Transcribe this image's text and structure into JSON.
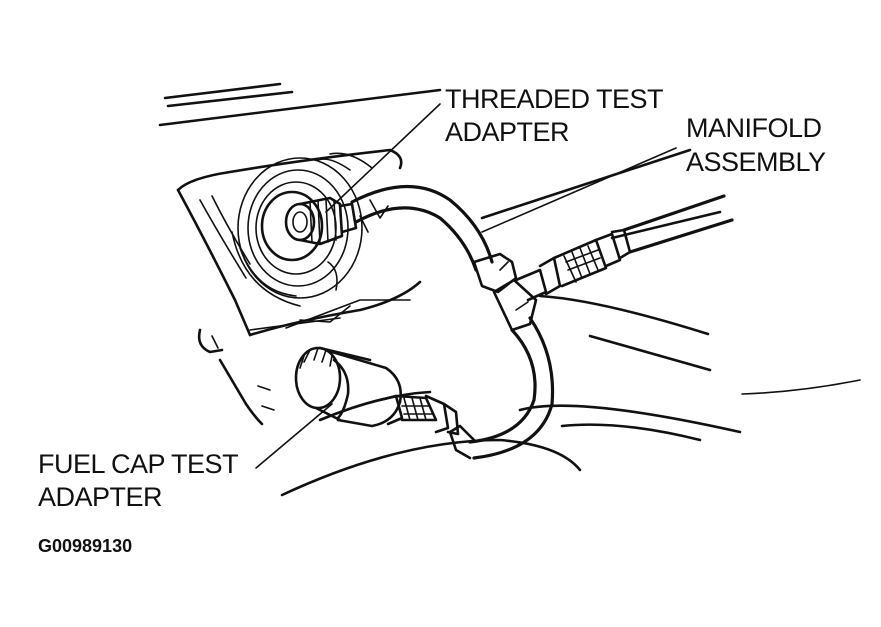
{
  "labels": {
    "threaded_test_adapter": [
      "THREADED TEST",
      "ADAPTER"
    ],
    "manifold_assembly": [
      "MANIFOLD",
      "ASSEMBLY"
    ],
    "fuel_cap_test_adapter": [
      "FUEL CAP TEST",
      "ADAPTER"
    ]
  },
  "figure_code": "G00989130",
  "colors": {
    "ink": "#111111",
    "paper": "#ffffff"
  }
}
